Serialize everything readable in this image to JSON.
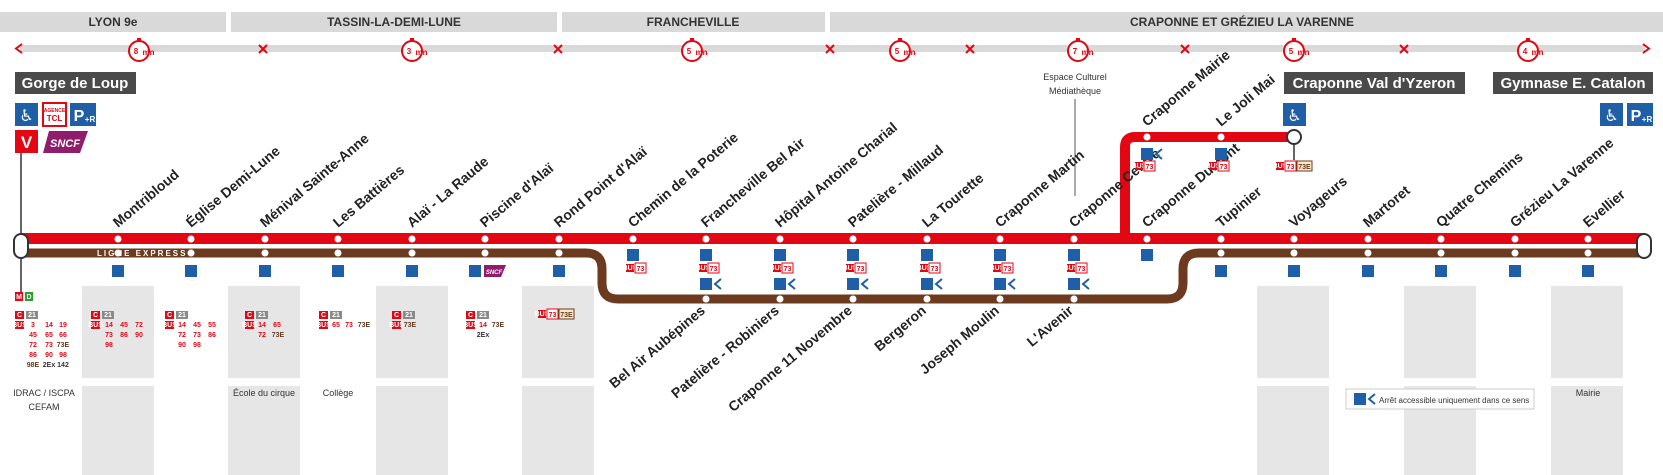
{
  "colors": {
    "line_red": "#e30613",
    "express_brown": "#6b3a1f",
    "zone_gray": "#d9d9d9",
    "access_blue": "#1f5fa8",
    "terminus_dark": "#4a4a4a",
    "sncf_purple": "#8f1d6b"
  },
  "zones": [
    {
      "name": "LYON 9e"
    },
    {
      "name": "TASSIN-LA-DEMI-LUNE"
    },
    {
      "name": "FRANCHEVILLE"
    },
    {
      "name": "CRAPONNE ET GRÉZIEU LA VARENNE"
    }
  ],
  "segment_times": [
    {
      "value": "8",
      "unit": "mn"
    },
    {
      "value": "3",
      "unit": "mn"
    },
    {
      "value": "5",
      "unit": "mn"
    },
    {
      "value": "5",
      "unit": "mn"
    },
    {
      "value": "7",
      "unit": "mn"
    },
    {
      "value": "5",
      "unit": "mn"
    },
    {
      "value": "4",
      "unit": "mn"
    }
  ],
  "termini": {
    "west": "Gorge de Loup",
    "branch_end": "Craponne Val d'Yzeron",
    "east": "Gymnase E. Catalon"
  },
  "express_label": "LIGNE EXPRESS",
  "main_stops": [
    {
      "name": "Montribloud"
    },
    {
      "name": "Église Demi-Lune"
    },
    {
      "name": "Ménival Sainte-Anne"
    },
    {
      "name": "Les Battières"
    },
    {
      "name": "Alaï - La Raude"
    },
    {
      "name": "Piscine d'Alaï"
    },
    {
      "name": "Rond Point d'Alaï"
    },
    {
      "name": "Chemin de la Poterie"
    },
    {
      "name": "Francheville Bel Air"
    },
    {
      "name": "Hôpital Antoine Charial"
    },
    {
      "name": "Patelière - Millaud"
    },
    {
      "name": "La Tourette"
    },
    {
      "name": "Craponne Martin"
    },
    {
      "name": "Craponne Centre"
    },
    {
      "name": "Craponne Dumont"
    },
    {
      "name": "Tupinier"
    },
    {
      "name": "Voyageurs"
    },
    {
      "name": "Martoret"
    },
    {
      "name": "Quatre Chemins"
    },
    {
      "name": "Grézieu La Varenne"
    },
    {
      "name": "Evellier"
    }
  ],
  "branch_stops": [
    {
      "name": "Craponne Mairie"
    },
    {
      "name": "Le Joli Mai"
    }
  ],
  "express_stops": [
    {
      "name": "Bel Air Aubépines"
    },
    {
      "name": "Patelière - Robiniers"
    },
    {
      "name": "Craponne 11 Novembre"
    },
    {
      "name": "Bergeron"
    },
    {
      "name": "Joseph Moulin"
    },
    {
      "name": "L'Avenir"
    }
  ],
  "landmarks": {
    "espace_culturel": [
      "Espace Culturel",
      "Médiathèque"
    ],
    "idrac": [
      "IDRAC / ISCPA",
      "CEFAM"
    ],
    "ecole_cirque": "École du cirque",
    "college": "Collège",
    "mairie": "Mairie"
  },
  "legend_text": "Arrêt accessible uniquement dans ce sens",
  "bus_label": "BUS",
  "rail_badges": {
    "metro": "M",
    "metro_d": "D",
    "funicular": "C",
    "agence": "AGENCE",
    "tcl": "TCL",
    "park_ride": "P",
    "plus_r": "+R",
    "sncf": "SNCF",
    "velov": "V"
  },
  "connections": {
    "gorge": [
      "C",
      "21",
      "3",
      "14",
      "19",
      "45",
      "65",
      "66",
      "72",
      "73",
      "73E",
      "86",
      "90",
      "98",
      "98E",
      "2Ex",
      "142"
    ],
    "montribloud": [
      "C",
      "21",
      "14",
      "45",
      "72",
      "73",
      "86",
      "90",
      "98"
    ],
    "eglise": [
      "C",
      "21",
      "14",
      "45",
      "55",
      "72",
      "73",
      "86",
      "90",
      "98"
    ],
    "menival": [
      "C",
      "21",
      "14",
      "65",
      "72",
      "73E"
    ],
    "battieres": [
      "C",
      "21",
      "65",
      "73",
      "73E"
    ],
    "alai": [
      "C",
      "21",
      "73E"
    ],
    "piscine": [
      "C",
      "21",
      "14",
      "73E",
      "2Ex"
    ],
    "rondpoint": [
      "73",
      "73E"
    ],
    "simple73": [
      "73"
    ],
    "joli": [
      "73",
      "73E"
    ]
  }
}
